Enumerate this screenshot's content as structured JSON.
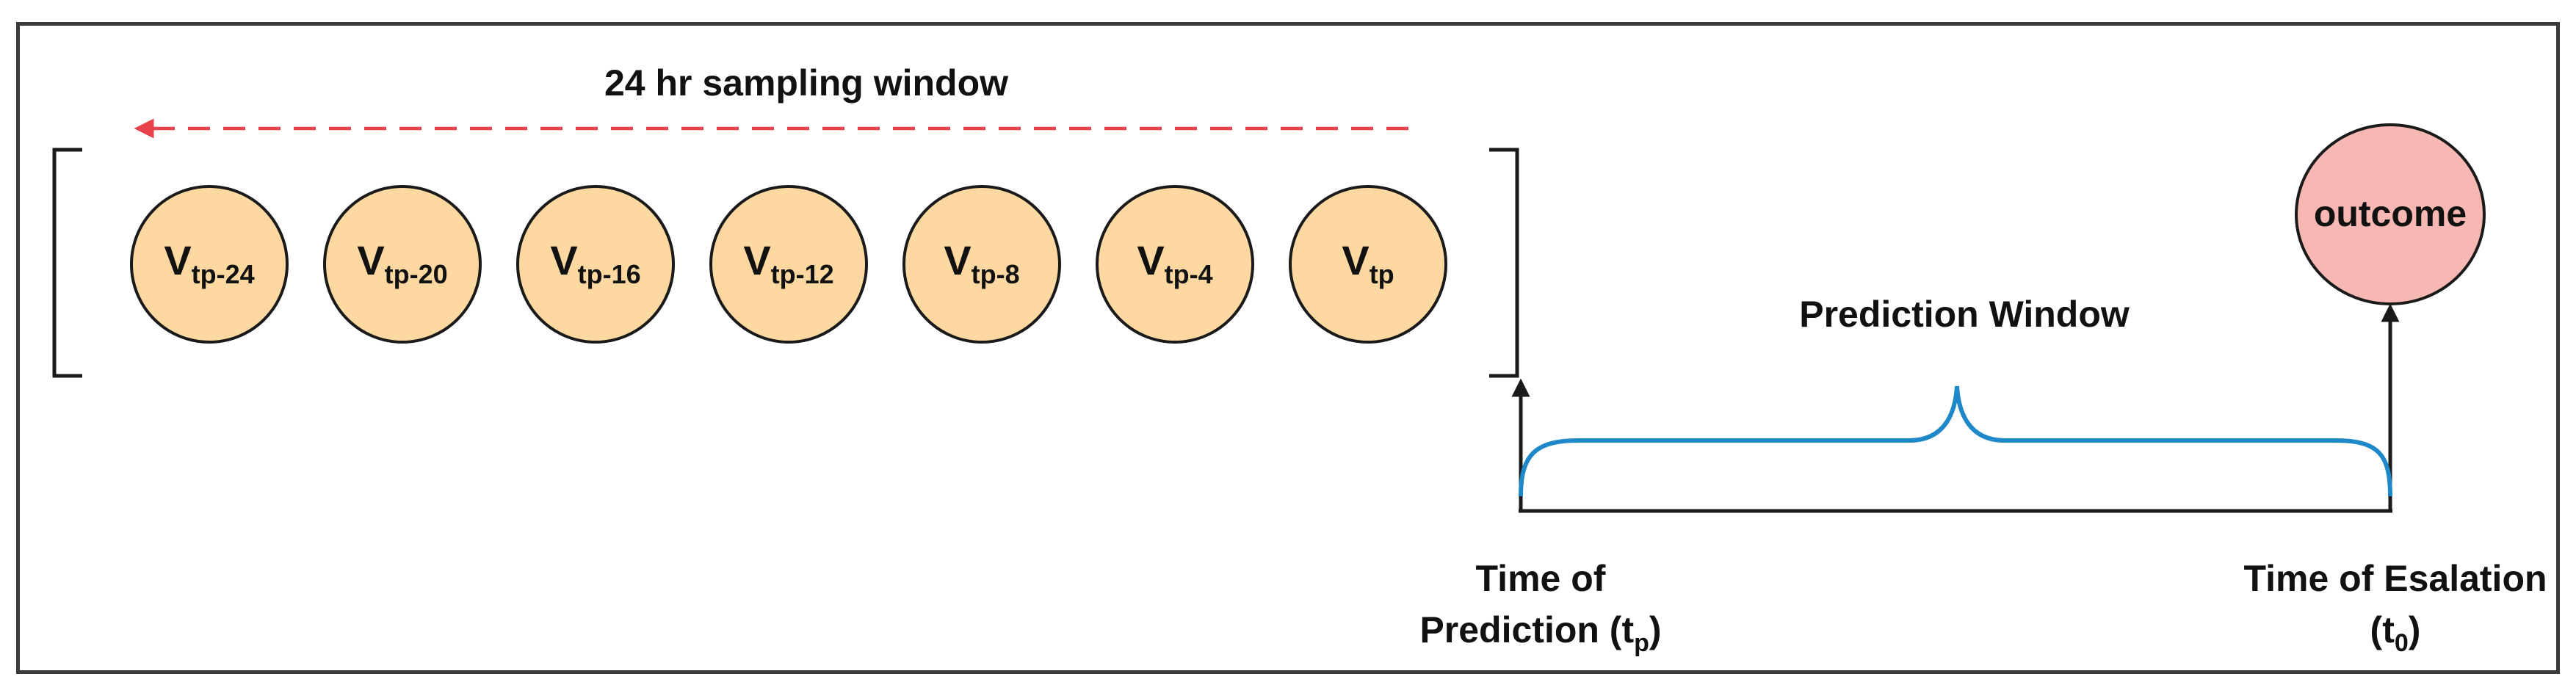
{
  "sampling_window": {
    "label": "24 hr sampling window"
  },
  "nodes": [
    {
      "main": "V",
      "sub": "tp-24"
    },
    {
      "main": "V",
      "sub": "tp-20"
    },
    {
      "main": "V",
      "sub": "tp-16"
    },
    {
      "main": "V",
      "sub": "tp-12"
    },
    {
      "main": "V",
      "sub": "tp-8"
    },
    {
      "main": "V",
      "sub": "tp-4"
    },
    {
      "main": "V",
      "sub": "tp"
    }
  ],
  "outcome": {
    "label": "outcome"
  },
  "prediction_window": {
    "label": "Prediction Window"
  },
  "time_of_prediction": {
    "line1": "Time of",
    "line2_main": "Prediction (t",
    "line2_sub": "p",
    "line2_end": ")"
  },
  "time_of_escalation": {
    "line1": "Time of Esalation",
    "line2_main": "(t",
    "line2_sub": "0",
    "line2_end": ")"
  },
  "colors": {
    "node_fill": "#fdd9a1",
    "outcome_fill": "#f7b7b3",
    "sampling_arrow": "#e8414a",
    "brace": "#1e88c8",
    "lines": "#1a1a1a",
    "frame": "#3a3a3a"
  }
}
